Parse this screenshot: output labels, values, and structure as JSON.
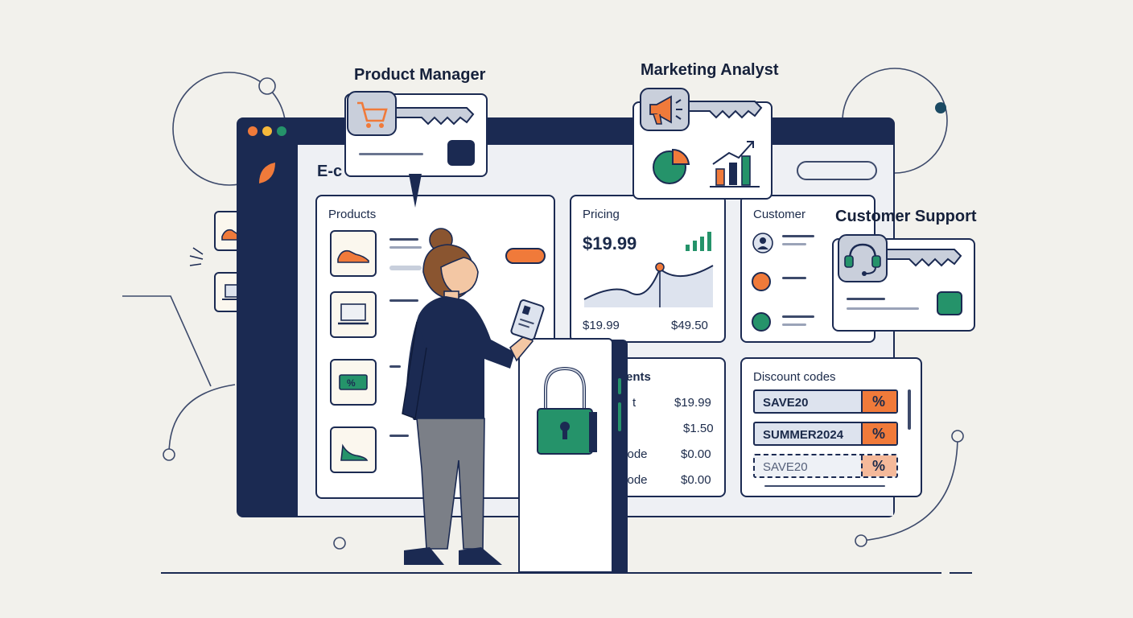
{
  "roles": {
    "product_manager": "Product Manager",
    "marketing_analyst": "Marketing Analyst",
    "customer_support": "Customer Support"
  },
  "window": {
    "title_partial": "E-c"
  },
  "products": {
    "title": "Products"
  },
  "pricing": {
    "title": "Pricing",
    "price": "$19.99",
    "range_min": "$19.99",
    "range_max": "$49.50"
  },
  "customer": {
    "title": "Customer"
  },
  "payments": {
    "title_partial": "ents",
    "rows": [
      {
        "label": "t",
        "value": "$19.99"
      },
      {
        "label": "",
        "value": "$1.50"
      },
      {
        "label": "code",
        "value": "$0.00"
      },
      {
        "label": "code",
        "value": "$0.00"
      }
    ]
  },
  "discounts": {
    "title": "Discount codes",
    "codes": [
      "SAVE20",
      "SUMMER2024",
      "SAVE20"
    ],
    "percent_symbol": "%"
  },
  "colors": {
    "navy": "#1b2a52",
    "orange": "#f07a3a",
    "green": "#25936a",
    "background": "#f2f1ec"
  }
}
